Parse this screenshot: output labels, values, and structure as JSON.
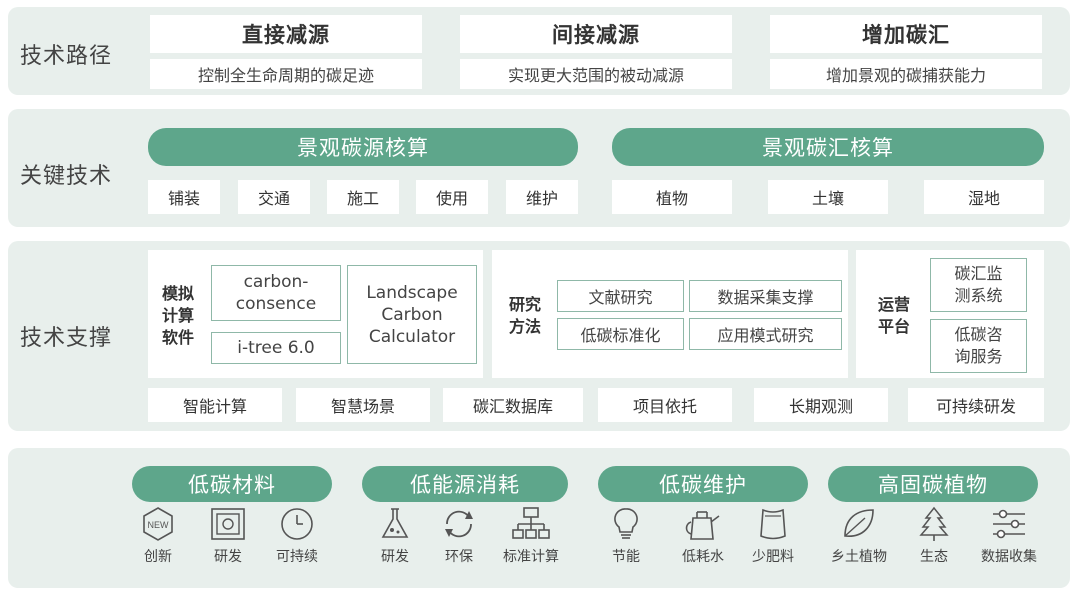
{
  "rows": {
    "paths": "技术路径",
    "key": "关键技术",
    "support": "技术支撑"
  },
  "tech_paths": [
    {
      "title": "直接减源",
      "desc": "控制全生命周期的碳足迹"
    },
    {
      "title": "间接减源",
      "desc": "实现更大范围的被动减源"
    },
    {
      "title": "增加碳汇",
      "desc": "增加景观的碳捕获能力"
    }
  ],
  "key_tech": {
    "left_title": "景观碳源核算",
    "left_items": [
      "铺装",
      "交通",
      "施工",
      "使用",
      "维护"
    ],
    "right_title": "景观碳汇核算",
    "right_items": [
      "植物",
      "土壤",
      "湿地"
    ]
  },
  "support": {
    "sim_label": "模拟\n计算\n软件",
    "software": [
      "carbon-\nconsence",
      "i-tree 6.0",
      "Landscape\nCarbon\nCalculator"
    ],
    "method_label": "研究\n方法",
    "methods": [
      "文献研究",
      "数据采集支撑",
      "低碳标准化",
      "应用模式研究"
    ],
    "ops_label": "运营\n平台",
    "ops": [
      "碳汇监\n测系统",
      "低碳咨\n询服务"
    ],
    "bottom": [
      "智能计算",
      "智慧场景",
      "碳汇数据库",
      "项目依托",
      "长期观测",
      "可持续研发"
    ]
  },
  "groups": [
    {
      "title": "低碳材料",
      "items": [
        {
          "icon": "new-badge-icon",
          "label": "创新"
        },
        {
          "icon": "safe-icon",
          "label": "研发"
        },
        {
          "icon": "clock-icon",
          "label": "可持续"
        }
      ]
    },
    {
      "title": "低能源消耗",
      "items": [
        {
          "icon": "flask-icon",
          "label": "研发"
        },
        {
          "icon": "recycle-icon",
          "label": "环保"
        },
        {
          "icon": "org-chart-icon",
          "label": "标准计算"
        }
      ]
    },
    {
      "title": "低碳维护",
      "items": [
        {
          "icon": "bulb-icon",
          "label": "节能"
        },
        {
          "icon": "kettle-icon",
          "label": "低耗水"
        },
        {
          "icon": "bag-icon",
          "label": "少肥料"
        }
      ]
    },
    {
      "title": "高固碳植物",
      "items": [
        {
          "icon": "leaf-icon",
          "label": "乡土植物"
        },
        {
          "icon": "tree-icon",
          "label": "生态"
        },
        {
          "icon": "sliders-icon",
          "label": "数据收集"
        }
      ]
    }
  ],
  "colors": {
    "accent": "#5ea68b",
    "band": "#e8efec"
  }
}
